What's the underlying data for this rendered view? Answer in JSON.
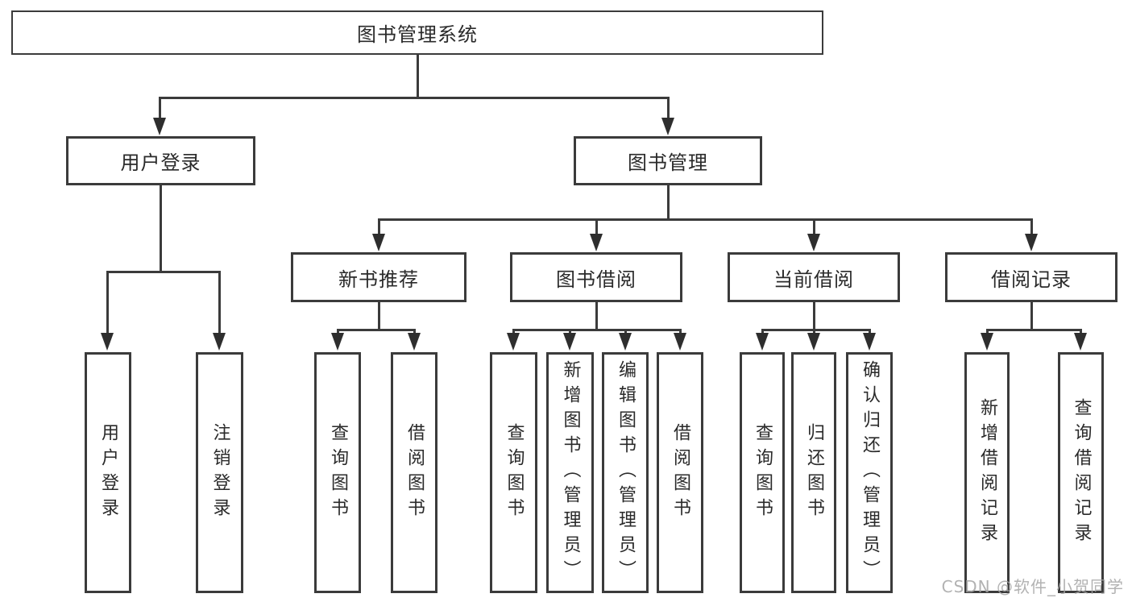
{
  "tree": {
    "root": "图书管理系统",
    "children": [
      {
        "label": "用户登录",
        "children": [
          {
            "label": "用户登录"
          },
          {
            "label": "注销登录"
          }
        ]
      },
      {
        "label": "图书管理",
        "children": [
          {
            "label": "新书推荐",
            "children": [
              {
                "label": "查询图书"
              },
              {
                "label": "借阅图书"
              }
            ]
          },
          {
            "label": "图书借阅",
            "children": [
              {
                "label": "查询图书"
              },
              {
                "label": "新增图书（管理员）"
              },
              {
                "label": "编辑图书（管理员）"
              },
              {
                "label": "借阅图书"
              }
            ]
          },
          {
            "label": "当前借阅",
            "children": [
              {
                "label": "查询图书"
              },
              {
                "label": "归还图书"
              },
              {
                "label": "确认归还（管理员）"
              }
            ]
          },
          {
            "label": "借阅记录",
            "children": [
              {
                "label": "新增借阅记录"
              },
              {
                "label": "查询借阅记录"
              }
            ]
          }
        ]
      }
    ]
  },
  "watermark": "CSDN @软件_小贺同学",
  "colors": {
    "line": "#3b3b3b",
    "arrow": "#2e2e2e",
    "text": "#2a2a2a",
    "background": "#ffffff",
    "watermark": "#a4a4a4"
  }
}
